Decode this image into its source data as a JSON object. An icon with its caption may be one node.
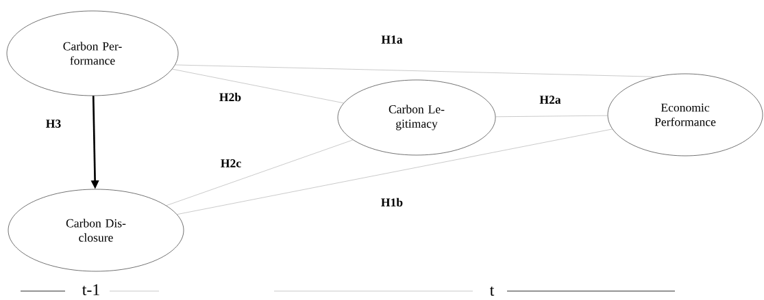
{
  "diagram": {
    "nodes": [
      {
        "text": [
          "Carbon Per- formance"
        ]
      },
      {
        "text": [
          "Carbon Dis- closure"
        ]
      },
      {
        "text": [
          "Carbon Le- gitimacy"
        ]
      },
      {
        "text": [
          "Economic Performance"
        ]
      }
    ],
    "edges": [
      {
        "from": 0,
        "to": 3,
        "arrow": "none",
        "label": "H1a"
      },
      {
        "from": 0,
        "to": 2,
        "arrow": "none",
        "label": "H2b"
      },
      {
        "from": 2,
        "to": 3,
        "arrow": "none",
        "label": "H2a"
      },
      {
        "from": 1,
        "to": 2,
        "arrow": "none",
        "label": "H2c"
      },
      {
        "from": 1,
        "to": 3,
        "arrow": "none",
        "label": "H1b"
      },
      {
        "from": 0,
        "to": 1,
        "arrow": "to",
        "label": "H3",
        "style": "thick",
        "color": "#000000"
      }
    ],
    "labels": [
      "t-1",
      "t"
    ]
  }
}
